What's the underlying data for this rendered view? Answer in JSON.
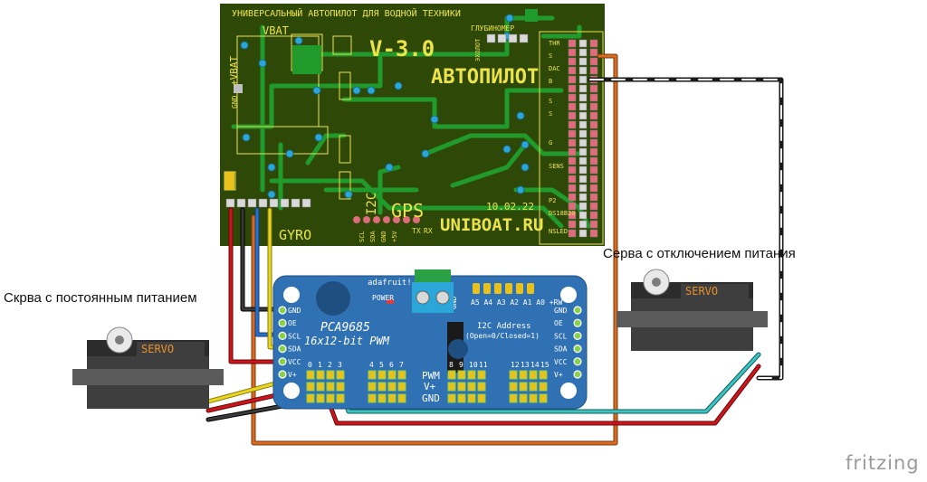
{
  "labels": {
    "servo_left": "Скрва с постоянным питанием",
    "servo_right": "Серва с отключением питания",
    "brand": "fritzing"
  },
  "pcb": {
    "title": "УНИВЕРСАЛЬНЫЙ АВТОПИЛОТ ДЛЯ ВОДНОЙ ТЕХНИКИ",
    "version": "V-3.0",
    "name": "АВТОПИЛОТ",
    "site": "UNIBOAT.RU",
    "gps": "GPS",
    "i2c": "I2C",
    "gyro": "GYRO",
    "date": "10.02.22",
    "vbat": "VBAT",
    "vbat_side": "+VBAT",
    "echo": "ЭХОЛОТ",
    "depth": "ГЛУБИНОМЕР",
    "gnd": "GND",
    "tx": "TX",
    "rx": "RX",
    "bottom_pins": [
      "SCL",
      "SDA",
      "GND",
      "+5V"
    ],
    "right_pins": [
      "THR",
      "S",
      "DAC",
      "B",
      "S",
      "S",
      "G",
      "SENS",
      "P2",
      "DS18B20",
      "NSLED"
    ]
  },
  "driver": {
    "brand": "adafruit!",
    "power": "POWER",
    "model": "PCA9685",
    "subtitle": "16x12-bit PWM",
    "addr_title": "I2C Address",
    "addr_sub": "(Open=0/Closed=1)",
    "addr_pins": "A5 A4 A3 A2 A1 A0 +RW",
    "left_pins": [
      "GND",
      "OE",
      "SCL",
      "SDA",
      "VCC",
      "V+"
    ],
    "right_pins": [
      "GND",
      "OE",
      "SCL",
      "SDA",
      "VCC",
      "V+"
    ],
    "channels": [
      "0",
      "1",
      "2",
      "3",
      "4",
      "5",
      "6",
      "7",
      "8",
      "9",
      "10",
      "11",
      "12",
      "13",
      "14",
      "15"
    ],
    "pwm": "PWM",
    "vplus": "V+",
    "gnd": "GND",
    "gnd_top": "GND"
  },
  "servo": {
    "label": "SERVO"
  },
  "colors": {
    "pcb": "#2e4808",
    "pcb_trace": "#1f9a2b",
    "silk": "#ece34a",
    "driver": "#2f71b3",
    "wire_red": "#c8161d",
    "wire_black": "#1a1a1a",
    "wire_blue": "#2a6fc9",
    "wire_yellow": "#e8d51e",
    "wire_cyan": "#39c6c3",
    "wire_orange": "#d86b20",
    "servo_body": "#3e3e3e",
    "servo_label": "#e7902a"
  }
}
